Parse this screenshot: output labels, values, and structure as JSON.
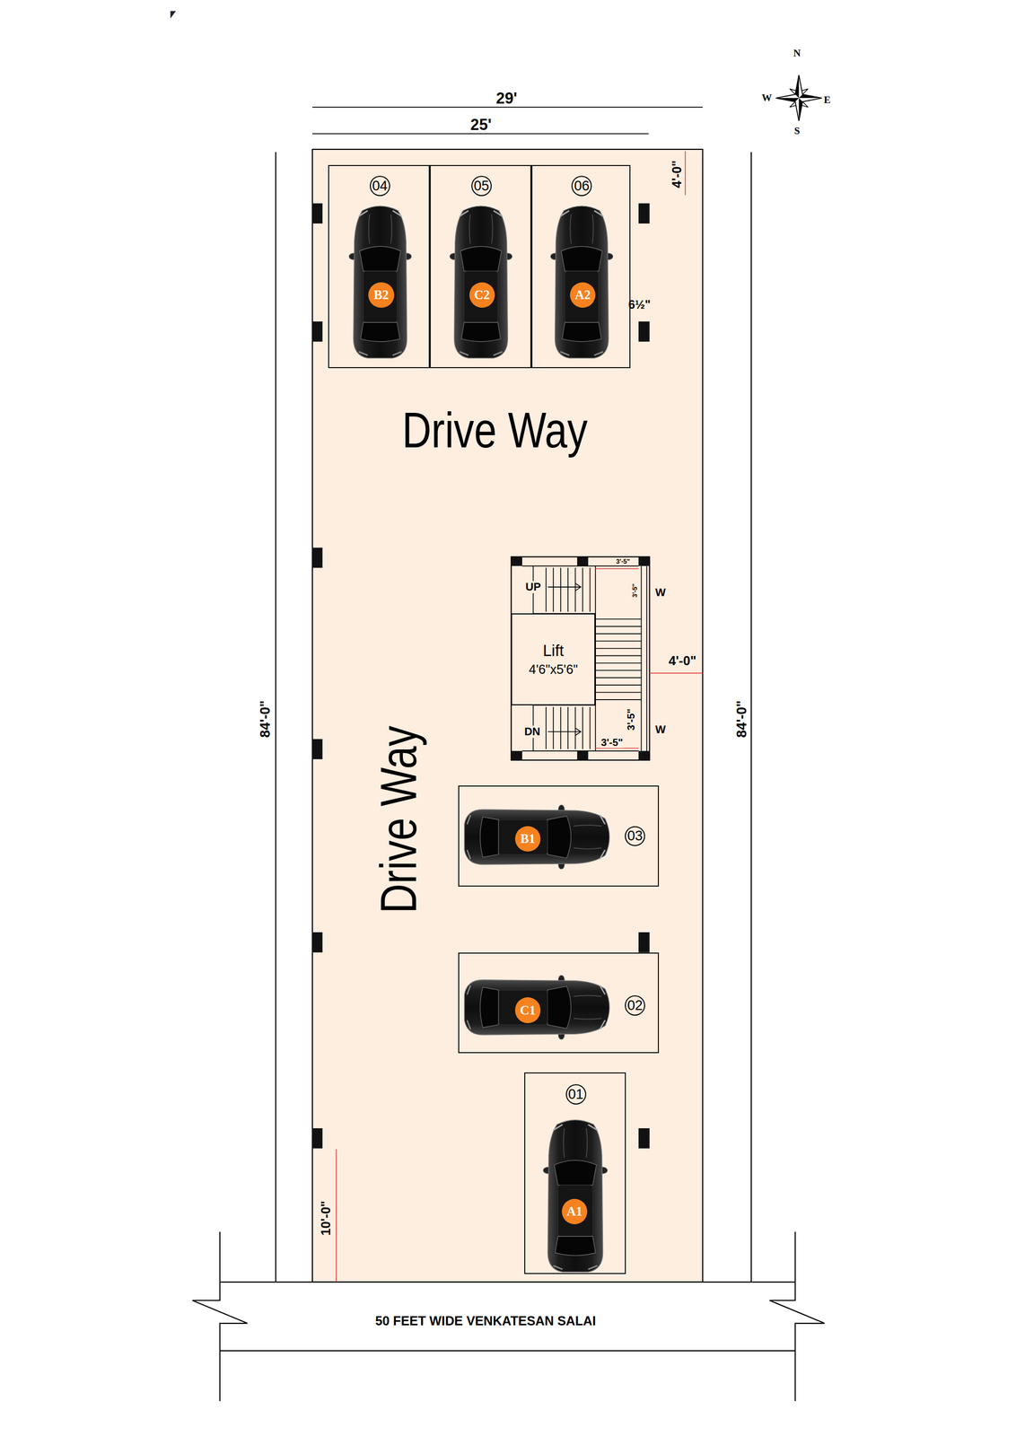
{
  "diagram": {
    "nodes": [
      {
        "text": [
          "04"
        ]
      },
      {
        "text": [
          "B2"
        ],
        "in": 0
      },
      {
        "text": [
          "05"
        ]
      },
      {
        "text": [
          "C2"
        ],
        "in": 2
      },
      {
        "text": [
          "06"
        ]
      },
      {
        "text": [
          "A2"
        ],
        "in": 4
      },
      {
        "text": [
          "Lift",
          "4'6\"x5'6\""
        ]
      },
      {
        "text": [
          "03"
        ]
      },
      {
        "text": [
          "B1"
        ],
        "in": 7
      },
      {
        "text": [
          "02"
        ]
      },
      {
        "text": [
          "C1"
        ],
        "in": 9
      },
      {
        "text": [
          "01"
        ]
      },
      {
        "text": [
          "A1"
        ],
        "in": 11
      }
    ],
    "labels": [
      "N",
      "W",
      "E",
      "S",
      "29'",
      "25'",
      "4'-0\"",
      "6½\"",
      "Drive Way",
      "3'-5\"",
      "UP",
      "3'-5\"",
      "W",
      "4'-0\"",
      "DN",
      "3'-5\"",
      "3'-5\"",
      "W",
      "84'-0\"",
      "84'-0\"",
      "Drive Way",
      "10'-0\"",
      "50 FEET WIDE VENKATESAN SALAI"
    ]
  }
}
